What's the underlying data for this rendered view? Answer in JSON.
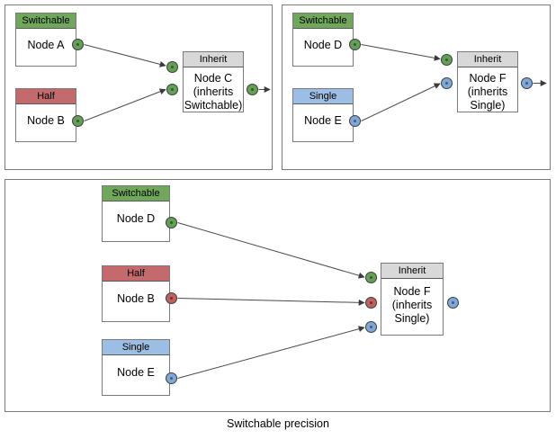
{
  "diagram": {
    "caption": "Switchable precision",
    "colors": {
      "switchable_header": "#6fa75b",
      "half_header": "#c4696c",
      "single_header": "#9cbde4",
      "inherit_header": "#d8d8d8",
      "port_green": "#62a055",
      "port_red": "#c0605f",
      "port_blue": "#7ea8d8",
      "edge": "#4a4a4a",
      "border": "#7a7a7a"
    }
  },
  "panels": [
    {
      "id": "panel-a",
      "name": "top-left-example",
      "nodes": [
        {
          "id": "a-node-a",
          "header": "Switchable",
          "body": "Node A"
        },
        {
          "id": "a-node-b",
          "header": "Half",
          "body": "Node B"
        },
        {
          "id": "a-node-c",
          "header": "Inherit",
          "body": "Node C\n(inherits\nSwitchable)"
        }
      ]
    },
    {
      "id": "panel-b",
      "name": "top-right-example",
      "nodes": [
        {
          "id": "b-node-d",
          "header": "Switchable",
          "body": "Node D"
        },
        {
          "id": "b-node-e",
          "header": "Single",
          "body": "Node E"
        },
        {
          "id": "b-node-f",
          "header": "Inherit",
          "body": "Node F\n(inherits\nSingle)"
        }
      ]
    },
    {
      "id": "panel-c",
      "name": "bottom-example",
      "nodes": [
        {
          "id": "c-node-d",
          "header": "Switchable",
          "body": "Node D"
        },
        {
          "id": "c-node-b",
          "header": "Half",
          "body": "Node B"
        },
        {
          "id": "c-node-e",
          "header": "Single",
          "body": "Node E"
        },
        {
          "id": "c-node-f",
          "header": "Inherit",
          "body": "Node F\n(inherits\nSingle)"
        }
      ]
    }
  ]
}
